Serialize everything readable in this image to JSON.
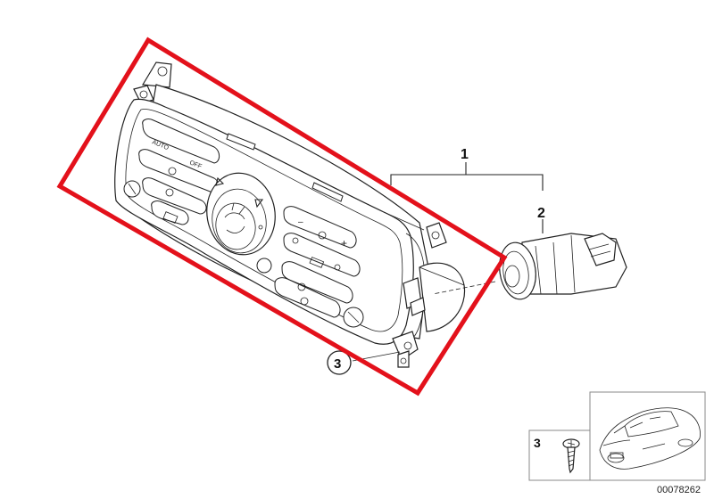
{
  "diagram": {
    "callouts": [
      {
        "id": "callout-1",
        "text": "1"
      },
      {
        "id": "callout-2",
        "text": "2"
      },
      {
        "id": "callout-3-circle",
        "text": "3"
      }
    ],
    "inset": {
      "part_number": "3"
    },
    "reference_number": "00078262",
    "button_labels": {
      "auto": "AUTO",
      "off": "OFF",
      "minus": "–",
      "plus": "+"
    },
    "colors": {
      "highlight_box": "#e3111b",
      "line": "#222222"
    }
  }
}
